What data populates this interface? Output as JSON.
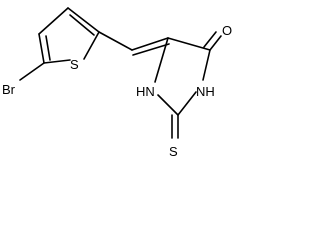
{
  "molecule": {
    "atom_labels": {
      "br": "Br",
      "s_ring": "S",
      "nh_left": "HN",
      "nh_right": "NH",
      "o": "O",
      "s_thione": "S"
    }
  }
}
